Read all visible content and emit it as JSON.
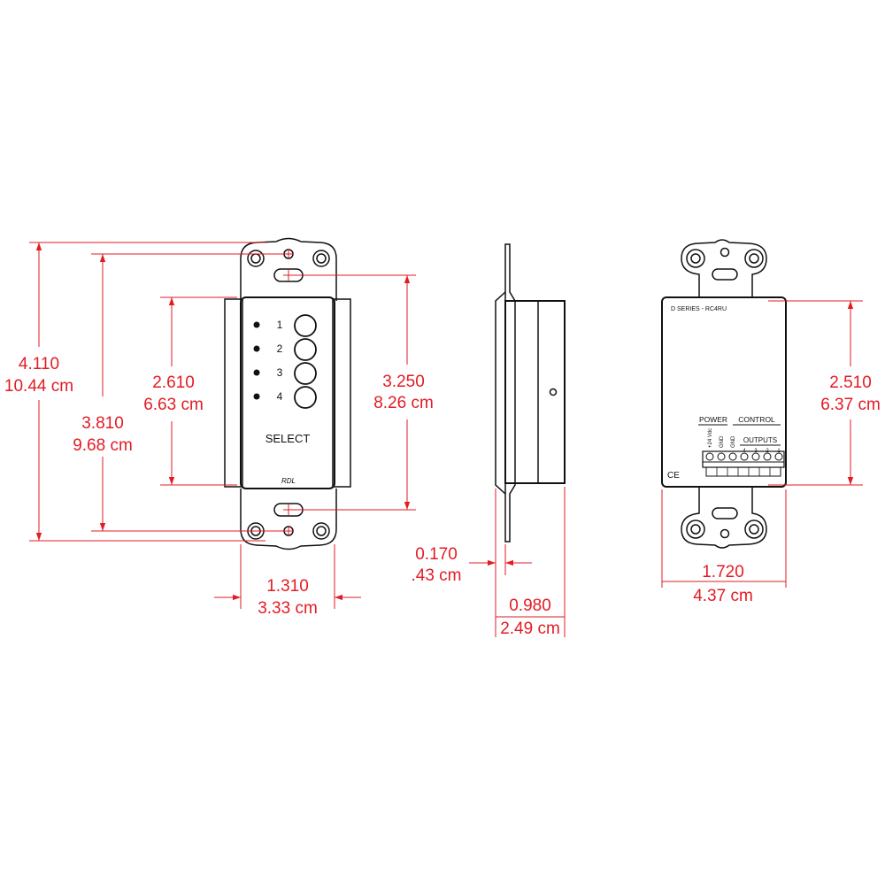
{
  "colors": {
    "dimension": "#e31b23",
    "outline": "#111111",
    "background": "#ffffff"
  },
  "front_view": {
    "leds": [
      "1",
      "2",
      "3",
      "4"
    ],
    "select_label": "SELECT",
    "brand_label": "RDL",
    "overall_height": {
      "inch": "4.110",
      "cm": "10.44 cm"
    },
    "mounting_height": {
      "inch": "3.810",
      "cm": "9.68 cm"
    },
    "body_height": {
      "inch": "2.610",
      "cm": "6.63 cm"
    },
    "plate_height": {
      "inch": "3.250",
      "cm": "8.26 cm"
    },
    "width": {
      "inch": "1.310",
      "cm": "3.33 cm"
    }
  },
  "side_view": {
    "plate_thickness": {
      "inch": "0.170",
      "cm": ".43 cm"
    },
    "depth": {
      "inch": "0.980",
      "cm": "2.49 cm"
    }
  },
  "back_view": {
    "model_label": "D SERIES - RC4RU",
    "power_label": "POWER",
    "control_label": "CONTROL",
    "outputs_label": "OUTPUTS",
    "terminal_labels": [
      "+24 Vdc",
      "GND",
      "GND",
      "4",
      "3",
      "2",
      "1"
    ],
    "ce_mark": "CE",
    "height": {
      "inch": "2.510",
      "cm": "6.37 cm"
    },
    "width": {
      "inch": "1.720",
      "cm": "4.37 cm"
    }
  }
}
